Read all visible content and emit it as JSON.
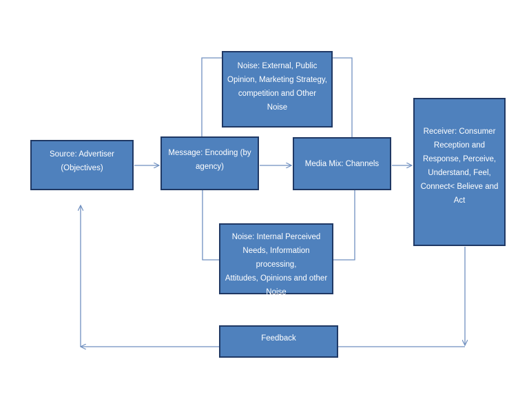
{
  "colors": {
    "box_fill": "#4f81bd",
    "box_border": "#1f3864",
    "connector": "#6f8fbf",
    "text": "#ffffff"
  },
  "diagram": {
    "source": "Source: Advertiser\n(Objectives)",
    "message": "Message: Encoding (by\nagency)",
    "media_mix": "Media Mix: Channels",
    "noise_external": "Noise: External, Public\nOpinion, Marketing Strategy,\ncompetition and Other Noise",
    "noise_internal": "Noise: Internal Perceived\nNeeds, Information processing,\nAttitudes, Opinions and other\nNoise",
    "receiver": "Receiver:  Consumer\nReception and\nResponse, Perceive,\nUnderstand, Feel,\nConnect< Believe and\nAct",
    "feedback": "Feedback"
  }
}
